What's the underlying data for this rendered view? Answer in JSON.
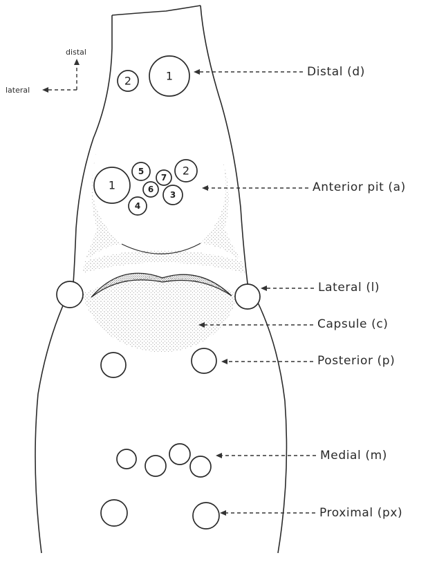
{
  "orientation": {
    "vertical_label": "distal",
    "horizontal_label": "lateral"
  },
  "labels": {
    "distal": "Distal (d)",
    "anterior_pit": "Anterior pit (a)",
    "lateral": "Lateral (l)",
    "capsule": "Capsule (c)",
    "posterior": "Posterior (p)",
    "medial": "Medial (m)",
    "proximal": "Proximal (px)"
  },
  "sensilla_numbers": {
    "distal": [
      "2",
      "1"
    ],
    "anterior_pit": [
      "1",
      "5",
      "7",
      "2",
      "6",
      "3",
      "4"
    ]
  },
  "colors": {
    "line": "#2a2a2a",
    "stipple": "#555555",
    "background": "#ffffff"
  }
}
